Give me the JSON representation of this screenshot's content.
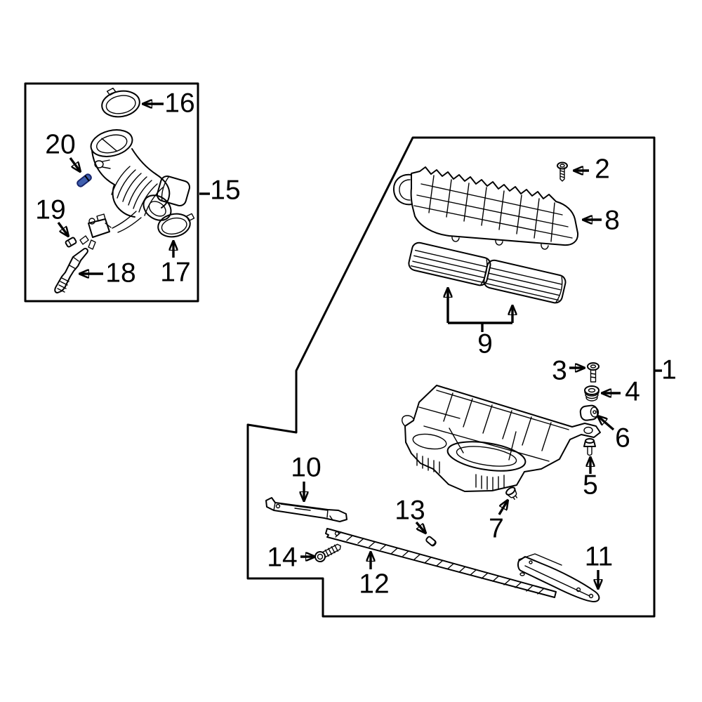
{
  "colors": {
    "background": "#ffffff",
    "line": "#000000",
    "highlight_fill": "#3f5fae",
    "highlight_stroke": "#17246b"
  },
  "inset_panel": {
    "callouts": {
      "c15": {
        "label": "15",
        "part": "air-intake-hose-assembly"
      },
      "c16": {
        "label": "16",
        "part": "hose-clamp-upper"
      },
      "c17": {
        "label": "17",
        "part": "hose-clamp-lower"
      },
      "c18": {
        "label": "18",
        "part": "vent-hose"
      },
      "c19": {
        "label": "19",
        "part": "retaining-clip"
      },
      "c20": {
        "label": "20",
        "part": "highlighted-connector"
      }
    }
  },
  "main_panel": {
    "callouts": {
      "c1": {
        "label": "1",
        "part": "air-cleaner-assembly"
      },
      "c2": {
        "label": "2",
        "part": "screw"
      },
      "c3": {
        "label": "3",
        "part": "screw"
      },
      "c4": {
        "label": "4",
        "part": "grommet"
      },
      "c5": {
        "label": "5",
        "part": "push-pin-retainer"
      },
      "c6": {
        "label": "6",
        "part": "bushing"
      },
      "c7": {
        "label": "7",
        "part": "pin"
      },
      "c8": {
        "label": "8",
        "part": "air-cleaner-cover"
      },
      "c9": {
        "label": "9",
        "part": "air-filter-elements"
      },
      "c10": {
        "label": "10",
        "part": "support-bracket-upper"
      },
      "c11": {
        "label": "11",
        "part": "support-bracket-lower"
      },
      "c12": {
        "label": "12",
        "part": "seal-strip"
      },
      "c13": {
        "label": "13",
        "part": "pin"
      },
      "c14": {
        "label": "14",
        "part": "bolt"
      }
    }
  }
}
